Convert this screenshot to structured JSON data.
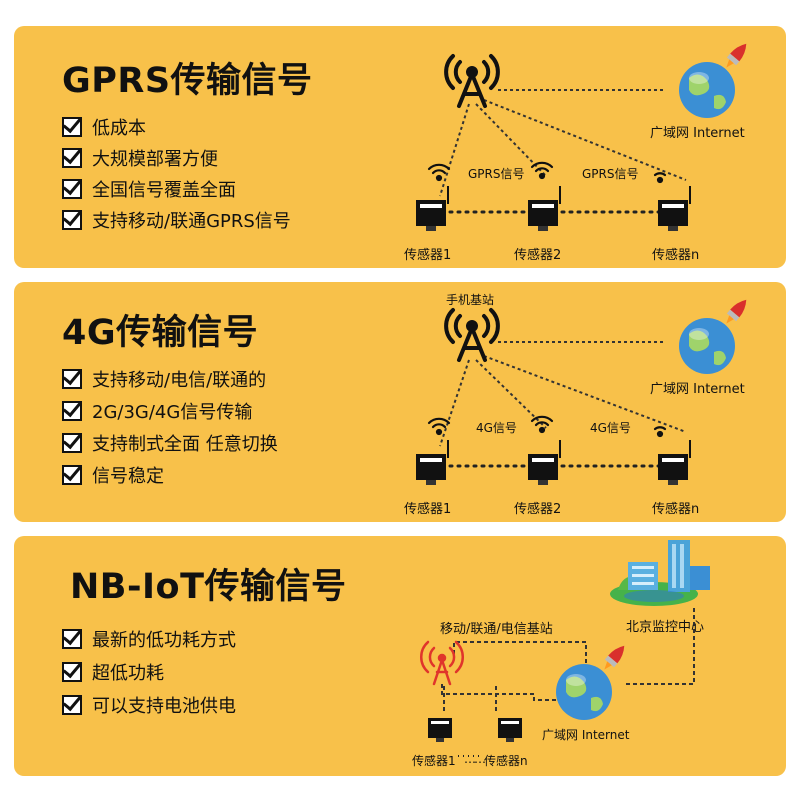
{
  "panels": [
    {
      "title": "GPRS传输信号",
      "features": [
        "低成本",
        "大规模部署方便",
        "全国信号覆盖全面",
        "支持移动/联通GPRS信号"
      ],
      "internet_label": "广域网 Internet",
      "signal_labels": [
        "GPRS信号",
        "GPRS信号"
      ],
      "sensors": [
        "传感器1",
        "传感器2",
        "传感器n"
      ]
    },
    {
      "title": "4G传输信号",
      "tower_label": "手机基站",
      "features": [
        "支持移动/电信/联通的",
        "2G/3G/4G信号传输",
        "支持制式全面 任意切换",
        "信号稳定"
      ],
      "internet_label": "广域网 Internet",
      "signal_labels": [
        "4G信号",
        "4G信号"
      ],
      "sensors": [
        "传感器1",
        "传感器2",
        "传感器n"
      ]
    },
    {
      "title": "NB-IoT传输信号",
      "features": [
        "最新的低功耗方式",
        "超低功耗",
        "可以支持电池供电"
      ],
      "station_label": "移动/联通/电信基站",
      "center_label": "北京监控中心",
      "internet_label": "广域网 Internet",
      "sensors": [
        "传感器1",
        "传感器n"
      ],
      "sensor_separator": "……"
    }
  ],
  "colors": {
    "panel_bg": "#f8c14a",
    "text": "#111111",
    "globe": "#3b8fd4",
    "rocket": "#d9302c",
    "tower_red": "#e0352b",
    "building": "#4aa3d8"
  },
  "icons": [
    "check-icon",
    "antenna-tower-icon",
    "globe-icon",
    "rocket-icon",
    "sensor-device-icon",
    "wifi-icon",
    "city-building-icon"
  ]
}
